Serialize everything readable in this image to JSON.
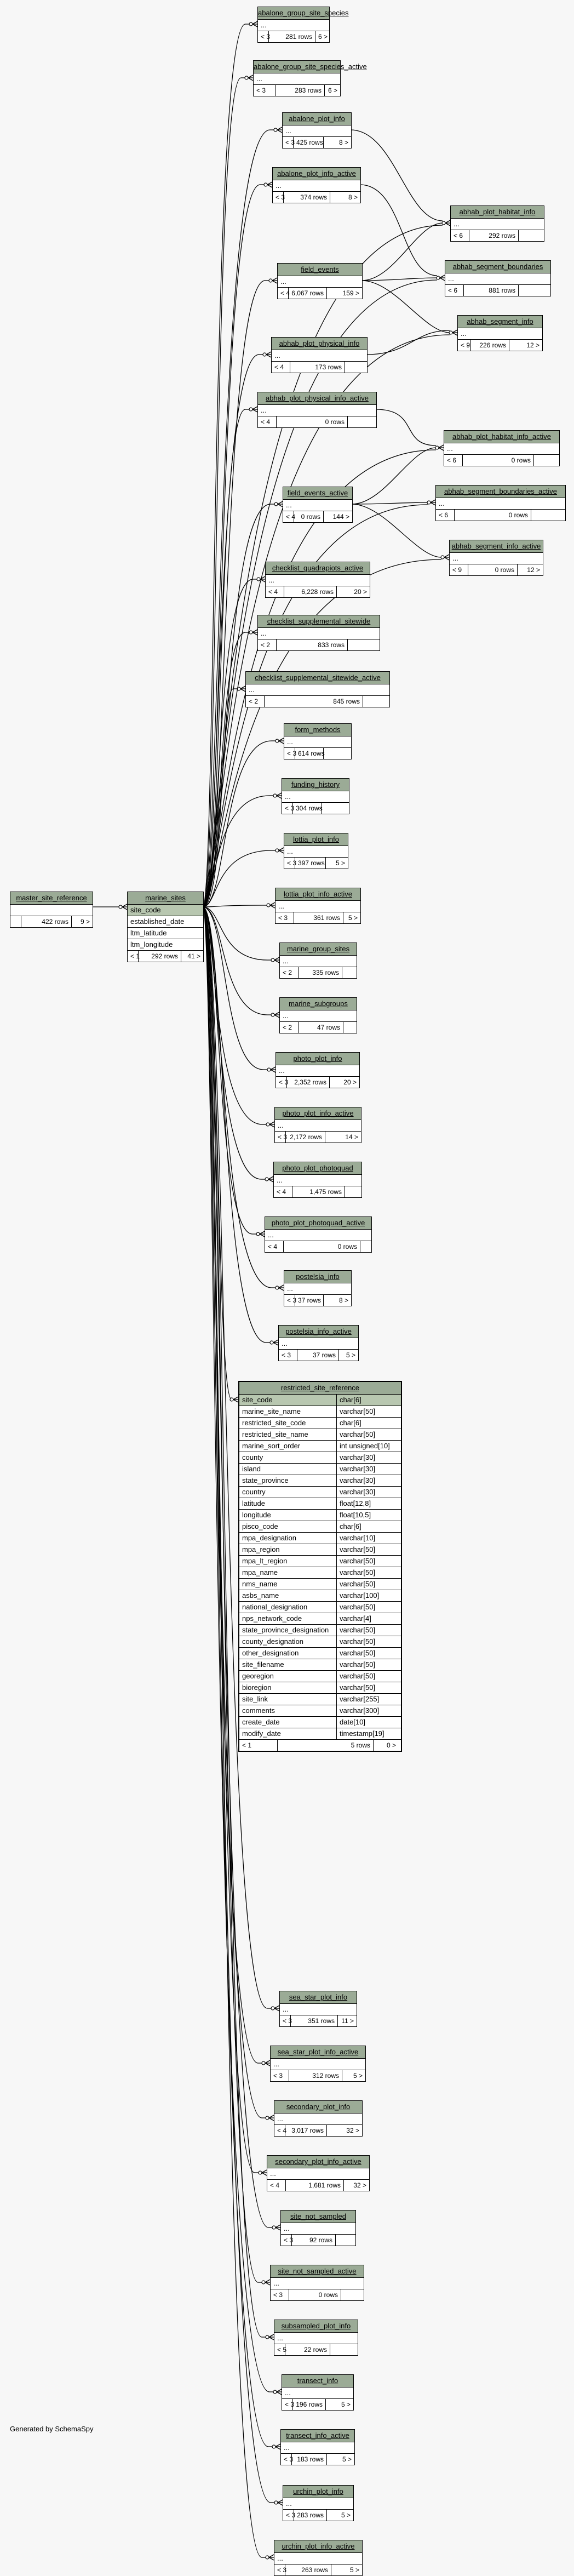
{
  "generated_by": "Generated by SchemaSpy",
  "colors": {
    "header": "#9bab96",
    "key_row": "#b8c7b0",
    "background": "#f7f7f7"
  },
  "master_site_reference": {
    "name": "master_site_reference",
    "rows": "422 rows",
    "children": "9 >"
  },
  "marine_sites": {
    "name": "marine_sites",
    "columns": [
      "site_code",
      "established_date",
      "ltm_latitude",
      "ltm_longitude"
    ],
    "parents": "< 1",
    "rows": "292 rows",
    "children": "41 >"
  },
  "restricted_site_reference": {
    "name": "restricted_site_reference",
    "columns": [
      {
        "name": "site_code",
        "type": "char[6]"
      },
      {
        "name": "marine_site_name",
        "type": "varchar[50]"
      },
      {
        "name": "restricted_site_code",
        "type": "char[6]"
      },
      {
        "name": "restricted_site_name",
        "type": "varchar[50]"
      },
      {
        "name": "marine_sort_order",
        "type": "int unsigned[10]"
      },
      {
        "name": "county",
        "type": "varchar[30]"
      },
      {
        "name": "island",
        "type": "varchar[30]"
      },
      {
        "name": "state_province",
        "type": "varchar[30]"
      },
      {
        "name": "country",
        "type": "varchar[30]"
      },
      {
        "name": "latitude",
        "type": "float[12,8]"
      },
      {
        "name": "longitude",
        "type": "float[10,5]"
      },
      {
        "name": "pisco_code",
        "type": "char[6]"
      },
      {
        "name": "mpa_designation",
        "type": "varchar[10]"
      },
      {
        "name": "mpa_region",
        "type": "varchar[50]"
      },
      {
        "name": "mpa_lt_region",
        "type": "varchar[50]"
      },
      {
        "name": "mpa_name",
        "type": "varchar[50]"
      },
      {
        "name": "nms_name",
        "type": "varchar[50]"
      },
      {
        "name": "asbs_name",
        "type": "varchar[100]"
      },
      {
        "name": "national_designation",
        "type": "varchar[50]"
      },
      {
        "name": "nps_network_code",
        "type": "varchar[4]"
      },
      {
        "name": "state_province_designation",
        "type": "varchar[50]"
      },
      {
        "name": "county_designation",
        "type": "varchar[50]"
      },
      {
        "name": "other_designation",
        "type": "varchar[50]"
      },
      {
        "name": "site_filename",
        "type": "varchar[50]"
      },
      {
        "name": "georegion",
        "type": "varchar[50]"
      },
      {
        "name": "bioregion",
        "type": "varchar[50]"
      },
      {
        "name": "site_link",
        "type": "varchar[255]"
      },
      {
        "name": "comments",
        "type": "varchar[300]"
      },
      {
        "name": "create_date",
        "type": "date[10]"
      },
      {
        "name": "modify_date",
        "type": "timestamp[19]"
      }
    ],
    "parents": "< 1",
    "rows": "5 rows",
    "children": "0 >"
  },
  "tables": [
    {
      "name": "abalone_group_site_species",
      "parents": "< 3",
      "rows": "281 rows",
      "children": "6 >"
    },
    {
      "name": "abalone_group_site_species_active",
      "parents": "< 3",
      "rows": "283 rows",
      "children": "6 >"
    },
    {
      "name": "abalone_plot_info",
      "parents": "< 3",
      "rows": "425 rows",
      "children": "8 >"
    },
    {
      "name": "abalone_plot_info_active",
      "parents": "< 3",
      "rows": "374 rows",
      "children": "8 >"
    },
    {
      "name": "abhab_plot_habitat_info",
      "parents": "< 6",
      "rows": "292 rows",
      "children": ""
    },
    {
      "name": "field_events",
      "parents": "< 4",
      "rows": "6,067 rows",
      "children": "159 >"
    },
    {
      "name": "abhab_segment_boundaries",
      "parents": "< 6",
      "rows": "881 rows",
      "children": ""
    },
    {
      "name": "abhab_segment_info",
      "parents": "< 9",
      "rows": "226 rows",
      "children": "12 >"
    },
    {
      "name": "abhab_plot_physical_info",
      "parents": "< 4",
      "rows": "173 rows",
      "children": ""
    },
    {
      "name": "abhab_plot_physical_info_active",
      "parents": "< 4",
      "rows": "0 rows",
      "children": ""
    },
    {
      "name": "abhab_plot_habitat_info_active",
      "parents": "< 6",
      "rows": "0 rows",
      "children": ""
    },
    {
      "name": "field_events_active",
      "parents": "< 4",
      "rows": "0 rows",
      "children": "144 >"
    },
    {
      "name": "abhab_segment_boundaries_active",
      "parents": "< 6",
      "rows": "0 rows",
      "children": ""
    },
    {
      "name": "abhab_segment_info_active",
      "parents": "< 9",
      "rows": "0 rows",
      "children": "12 >"
    },
    {
      "name": "checklist_quadrapiots_active",
      "parents": "< 4",
      "rows": "6,228 rows",
      "children": "20 >"
    },
    {
      "name": "checklist_supplemental_sitewide",
      "parents": "< 2",
      "rows": "833 rows",
      "children": ""
    },
    {
      "name": "checklist_supplemental_sitewide_active",
      "parents": "< 2",
      "rows": "845 rows",
      "children": ""
    },
    {
      "name": "form_methods",
      "parents": "< 3",
      "rows": "614 rows",
      "children": ""
    },
    {
      "name": "funding_history",
      "parents": "< 3",
      "rows": "304 rows",
      "children": ""
    },
    {
      "name": "lottia_plot_info",
      "parents": "< 3",
      "rows": "397 rows",
      "children": "5 >"
    },
    {
      "name": "lottia_plot_info_active",
      "parents": "< 3",
      "rows": "361 rows",
      "children": "5 >"
    },
    {
      "name": "marine_group_sites",
      "parents": "< 2",
      "rows": "335 rows",
      "children": ""
    },
    {
      "name": "marine_subgroups",
      "parents": "< 2",
      "rows": "47 rows",
      "children": ""
    },
    {
      "name": "photo_plot_info",
      "parents": "< 3",
      "rows": "2,352 rows",
      "children": "20 >"
    },
    {
      "name": "photo_plot_info_active",
      "parents": "< 3",
      "rows": "2,172 rows",
      "children": "14 >"
    },
    {
      "name": "photo_plot_photoquad",
      "parents": "< 4",
      "rows": "1,475 rows",
      "children": ""
    },
    {
      "name": "photo_plot_photoquad_active",
      "parents": "< 4",
      "rows": "0 rows",
      "children": ""
    },
    {
      "name": "postelsia_info",
      "parents": "< 3",
      "rows": "37 rows",
      "children": "8 >"
    },
    {
      "name": "postelsia_info_active",
      "parents": "< 3",
      "rows": "37 rows",
      "children": "5 >"
    },
    {
      "name": "sea_star_plot_info",
      "parents": "< 3",
      "rows": "351 rows",
      "children": "11 >"
    },
    {
      "name": "sea_star_plot_info_active",
      "parents": "< 3",
      "rows": "312 rows",
      "children": "5 >"
    },
    {
      "name": "secondary_plot_info",
      "parents": "< 4",
      "rows": "3,017 rows",
      "children": "32 >"
    },
    {
      "name": "secondary_plot_info_active",
      "parents": "< 4",
      "rows": "1,681 rows",
      "children": "32 >"
    },
    {
      "name": "site_not_sampled",
      "parents": "< 3",
      "rows": "92 rows",
      "children": ""
    },
    {
      "name": "site_not_sampled_active",
      "parents": "< 3",
      "rows": "0 rows",
      "children": ""
    },
    {
      "name": "subsampled_plot_info",
      "parents": "< 5",
      "rows": "22 rows",
      "children": ""
    },
    {
      "name": "transect_info",
      "parents": "< 3",
      "rows": "196 rows",
      "children": "5 >"
    },
    {
      "name": "transect_info_active",
      "parents": "< 3",
      "rows": "183 rows",
      "children": "5 >"
    },
    {
      "name": "urchin_plot_info",
      "parents": "< 3",
      "rows": "283 rows",
      "children": "5 >"
    },
    {
      "name": "urchin_plot_info_active",
      "parents": "< 3",
      "rows": "263 rows",
      "children": "5 >"
    }
  ],
  "ellipsis": "..."
}
